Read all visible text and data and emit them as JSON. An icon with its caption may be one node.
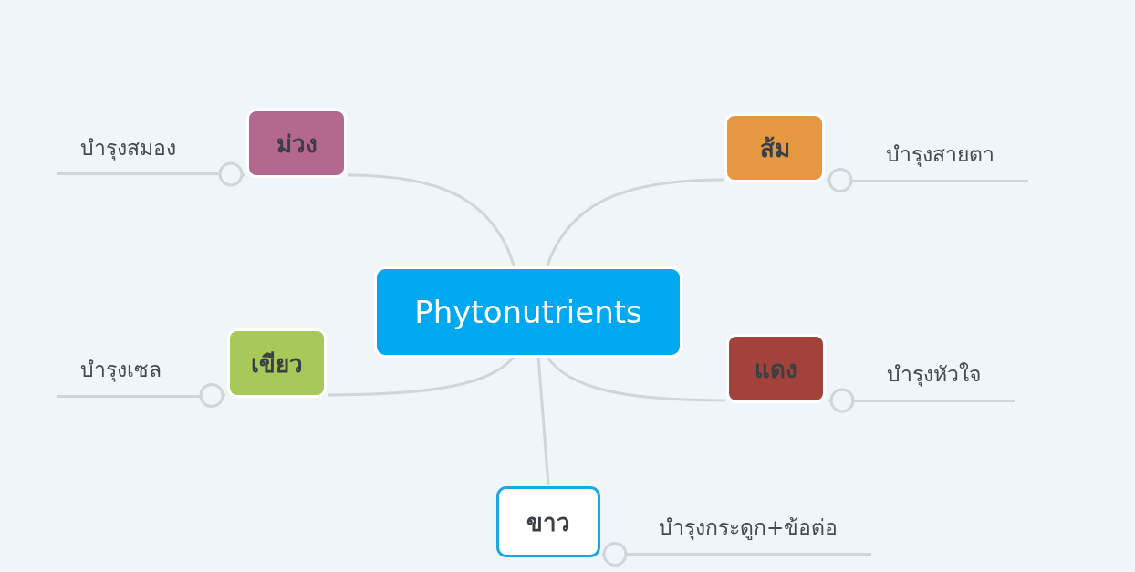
{
  "diagram": {
    "nodes": [
      {
        "text": [
          "Phytonutrients"
        ]
      },
      {
        "text": [
          "บำรุงสมอง"
        ]
      },
      {
        "text": [
          "ม่วง"
        ]
      },
      {
        "text": [
          "ส้ม"
        ]
      },
      {
        "text": [
          "บำรุงสายตา"
        ]
      },
      {
        "text": [
          "บำรุงเซล"
        ]
      },
      {
        "text": [
          "เขียว"
        ]
      },
      {
        "text": [
          "แดง"
        ]
      },
      {
        "text": [
          "บำรุงหัวใจ"
        ]
      },
      {
        "text": [
          "ขาว"
        ]
      },
      {
        "text": [
          "บำรุงกระดูก+ข้อต่อ"
        ]
      }
    ],
    "edges": [
      {
        "from": 0,
        "to": 2,
        "arrow": "none"
      },
      {
        "from": 2,
        "to": 1,
        "arrow": "other"
      },
      {
        "from": 0,
        "to": 3,
        "arrow": "none"
      },
      {
        "from": 3,
        "to": 4,
        "arrow": "other"
      },
      {
        "from": 0,
        "to": 6,
        "arrow": "none"
      },
      {
        "from": 6,
        "to": 5,
        "arrow": "other"
      },
      {
        "from": 0,
        "to": 7,
        "arrow": "none"
      },
      {
        "from": 7,
        "to": 8,
        "arrow": "other"
      },
      {
        "from": 0,
        "to": 9,
        "arrow": "none"
      },
      {
        "from": 9,
        "to": 10,
        "arrow": "other"
      }
    ]
  }
}
